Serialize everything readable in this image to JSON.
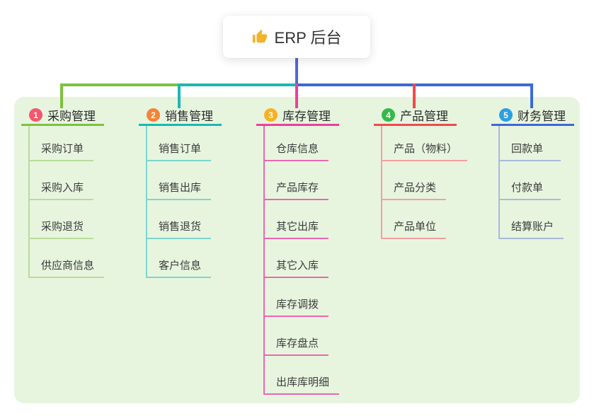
{
  "root": {
    "title": "ERP 后台",
    "icon": "thumbs-up-icon"
  },
  "theme": {
    "panel_bg": "#e7f5df",
    "root_line_color": "#5468d4",
    "thumb_icon_color": "#f2b32a",
    "text_color": "#333333"
  },
  "branches": [
    {
      "index": "1",
      "label": "采购管理",
      "badge_color": "#f5566e",
      "line_color": "#7cc23e",
      "child_line_color": "#b9dc9b",
      "children": [
        "采购订单",
        "采购入库",
        "采购退货",
        "供应商信息"
      ]
    },
    {
      "index": "2",
      "label": "销售管理",
      "badge_color": "#f58438",
      "line_color": "#1cb8b2",
      "child_line_color": "#7ed5cd",
      "children": [
        "销售订单",
        "销售出库",
        "销售退货",
        "客户信息"
      ]
    },
    {
      "index": "3",
      "label": "库存管理",
      "badge_color": "#f9b023",
      "line_color": "#ed3f9c",
      "child_line_color": "#ea67b1",
      "children": [
        "仓库信息",
        "产品库存",
        "其它出库",
        "其它入库",
        "库存调拨",
        "库存盘点",
        "出库库明细"
      ]
    },
    {
      "index": "4",
      "label": "产品管理",
      "badge_color": "#35b94a",
      "line_color": "#f4484d",
      "child_line_color": "#f59fa1",
      "children": [
        "产品（物料）",
        "产品分类",
        "产品单位"
      ]
    },
    {
      "index": "5",
      "label": "财务管理",
      "badge_color": "#2b9fe3",
      "line_color": "#3e68d5",
      "child_line_color": "#a9badb",
      "children": [
        "回款单",
        "付款单",
        "结算账户"
      ]
    }
  ]
}
